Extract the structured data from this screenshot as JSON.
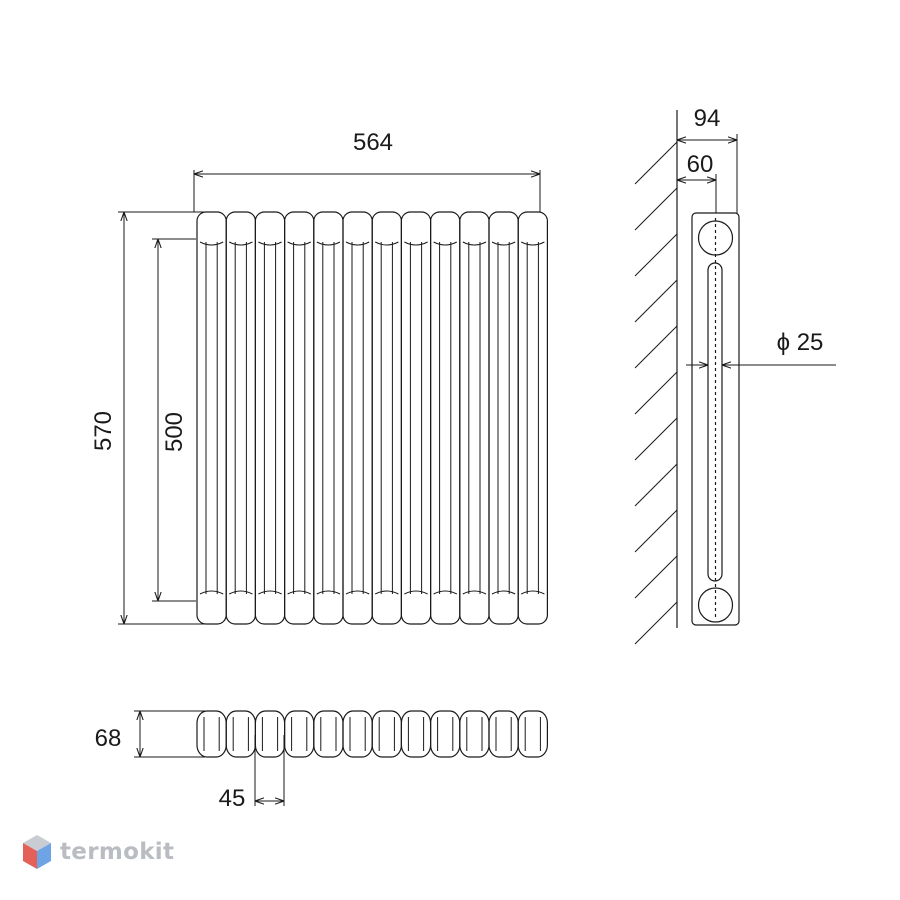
{
  "dimensions": {
    "total_width": "564",
    "total_height": "570",
    "axis_distance": "500",
    "depth": "68",
    "section_pitch": "45",
    "overall_depth": "94",
    "wall_distance": "60",
    "connection": "ϕ 25"
  },
  "radiator": {
    "sections": 12
  },
  "logo": {
    "text": "termokit",
    "colors": [
      "#e4615a",
      "#6ea3e6",
      "#c9cdd3"
    ]
  }
}
